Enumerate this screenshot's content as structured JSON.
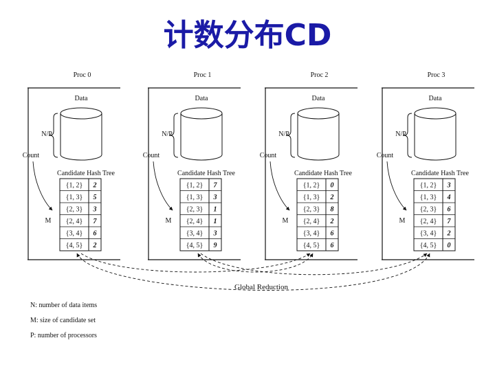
{
  "title": "计数分布CD",
  "labels": {
    "data": "Data",
    "np": "N/P",
    "count": "Count",
    "m": "M",
    "tree": "Candidate Hash Tree",
    "global_reduction": "Global Reduction"
  },
  "itemsets": [
    "{1, 2}",
    "{1, 3}",
    "{2, 3}",
    "{2, 4}",
    "{3, 4}",
    "{4, 5}"
  ],
  "procs": [
    {
      "name": "Proc 0",
      "counts": [
        "2",
        "5",
        "3",
        "7",
        "6",
        "2"
      ]
    },
    {
      "name": "Proc 1",
      "counts": [
        "7",
        "3",
        "1",
        "1",
        "3",
        "9"
      ]
    },
    {
      "name": "Proc 2",
      "counts": [
        "0",
        "2",
        "8",
        "2",
        "6",
        "6"
      ]
    },
    {
      "name": "Proc 3",
      "counts": [
        "3",
        "4",
        "6",
        "7",
        "2",
        "0"
      ]
    }
  ],
  "legend": [
    "N: number of data items",
    "M: size of candidate set",
    "P: number of processors"
  ],
  "colors": {
    "title": "#1a1aa6"
  }
}
